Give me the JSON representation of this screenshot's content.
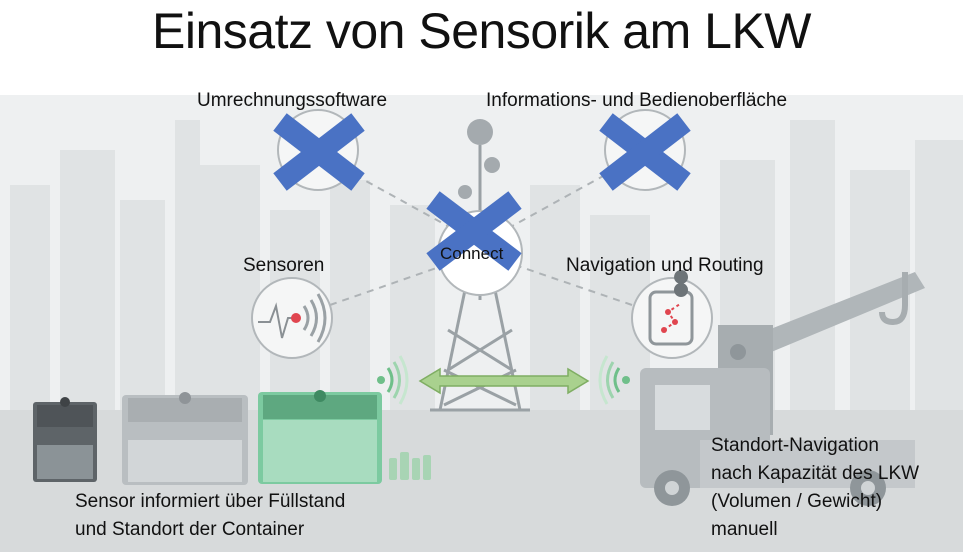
{
  "title": "Einsatz von Sensorik am LKW",
  "labels": {
    "conversion_software": "Umrechnungssoftware",
    "ui_interface": "Informations- und Bedienoberfläche",
    "sensors": "Sensoren",
    "navigation": "Navigation und Routing",
    "tower_label": "Connect"
  },
  "bottom_left": {
    "line1": "Sensor informiert über Füllstand",
    "line2": "und Standort der Container"
  },
  "bottom_right": {
    "line1": "Standort-Navigation",
    "line2": "nach Kapazität des LKW",
    "line3": "(Volumen / Gewicht)",
    "line4": "manuell"
  },
  "colors": {
    "cross": "#4a72c4",
    "arrow": "#a9d18e",
    "signal": "#6fbf8a",
    "container_green": "#7ccaa0",
    "background_city": "#e5e7e8",
    "ground": "#d7dadb"
  }
}
